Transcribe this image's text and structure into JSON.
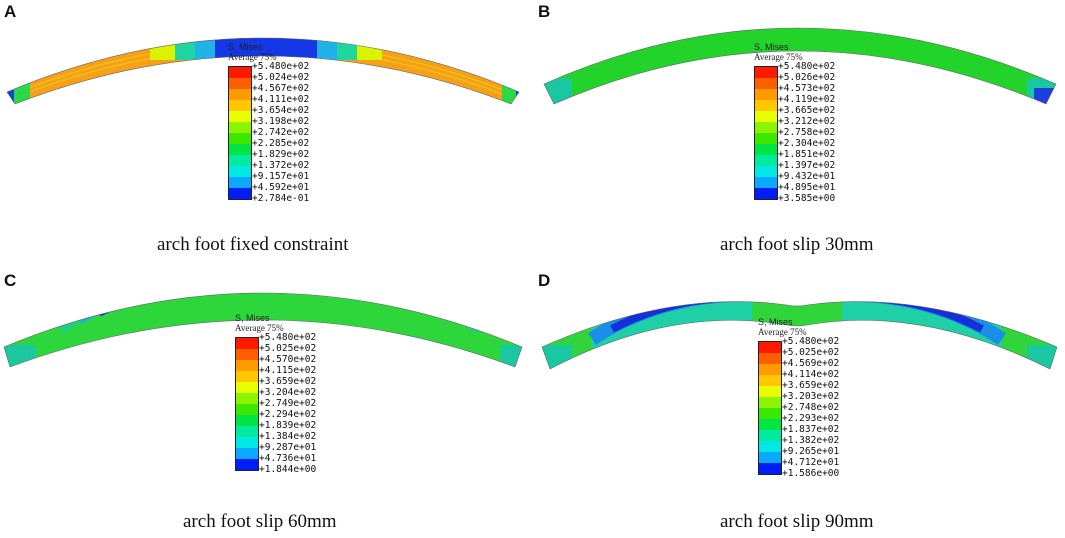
{
  "legend_colors": [
    "#ff1a00",
    "#ff5e00",
    "#ff9a00",
    "#ffc700",
    "#e8ff00",
    "#8cf400",
    "#3ce800",
    "#00e444",
    "#00eba0",
    "#00e8e3",
    "#0aa9ff",
    "#0055ff",
    "#001df5"
  ],
  "panels": [
    {
      "letter": "A",
      "legend_title": "S, Mises",
      "legend_sub": "Average 75%",
      "legend_values": [
        "+5.480e+02",
        "+5.024e+02",
        "+4.567e+02",
        "+4.111e+02",
        "+3.654e+02",
        "+3.198e+02",
        "+2.742e+02",
        "+2.285e+02",
        "+1.829e+02",
        "+1.372e+02",
        "+9.157e+01",
        "+4.592e+01",
        "+2.784e-01"
      ],
      "caption": "arch foot fixed constraint",
      "contour": {
        "base": "#f5a018",
        "crown": "#1538e6",
        "crown_mid": "#1fb3e8",
        "transition": "#d8f200",
        "feet": "#2bd84a",
        "edge": "#0f47d9"
      }
    },
    {
      "letter": "B",
      "legend_title": "S, Mises",
      "legend_sub": "Average 75%",
      "legend_values": [
        "+5.480e+02",
        "+5.026e+02",
        "+4.573e+02",
        "+4.119e+02",
        "+3.665e+02",
        "+3.212e+02",
        "+2.758e+02",
        "+2.304e+02",
        "+1.851e+02",
        "+1.397e+02",
        "+9.432e+01",
        "+4.895e+01",
        "+3.585e+00"
      ],
      "caption": "arch foot slip 30mm",
      "contour": {
        "base": "#22d42a",
        "crown": "#2fd73a",
        "crown_mid": "#26d533",
        "transition": "#18c94a",
        "feet": "#19c8a0",
        "edge": "#1e3fe0"
      }
    },
    {
      "letter": "C",
      "legend_title": "S, Mises",
      "legend_sub": "Average 75%",
      "legend_values": [
        "+5.480e+02",
        "+5.025e+02",
        "+4.570e+02",
        "+4.115e+02",
        "+3.659e+02",
        "+3.204e+02",
        "+2.749e+02",
        "+2.294e+02",
        "+1.839e+02",
        "+1.384e+02",
        "+9.287e+01",
        "+4.736e+01",
        "+1.844e+00"
      ],
      "caption": "arch foot slip 60mm",
      "contour": {
        "base": "#2dd63a",
        "crown": "#3cdc32",
        "crown_mid": "#1fcf7a",
        "transition": "#1bb0e0",
        "feet": "#19c8a0",
        "edge": "#1a36d8"
      }
    },
    {
      "letter": "D",
      "legend_title": "S, Mises",
      "legend_sub": "Average 75%",
      "legend_values": [
        "+5.480e+02",
        "+5.025e+02",
        "+4.569e+02",
        "+4.114e+02",
        "+3.659e+02",
        "+3.203e+02",
        "+2.748e+02",
        "+2.293e+02",
        "+1.837e+02",
        "+1.382e+02",
        "+9.265e+01",
        "+4.712e+01",
        "+1.586e+00"
      ],
      "caption": "arch foot slip 90mm",
      "contour": {
        "base": "#2fd53a",
        "crown": "#3ddb30",
        "crown_mid": "#1fcfa5",
        "transition": "#1a8fe8",
        "feet": "#19c8a0",
        "edge": "#1430d6"
      }
    }
  ]
}
